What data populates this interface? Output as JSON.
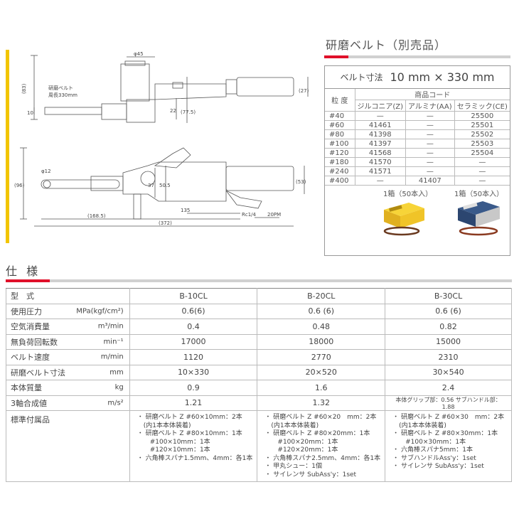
{
  "drawing": {
    "labels": {
      "d45": "φ45",
      "belt_label_1": "研磨ベルト",
      "belt_label_2": "周長330mm",
      "h83": "(83)",
      "h10": "10",
      "h22": "22",
      "h77_5": "(77.5)",
      "h27": "(27)",
      "d12": "φ12",
      "h96": "(96)",
      "h37": "37",
      "h50_5": "50.5",
      "h53": "(53)",
      "w135": "135",
      "w168_5": "(168.5)",
      "w372": "(372)",
      "rc": "Rc1/4",
      "pm": "20PM"
    }
  },
  "belt": {
    "heading": "研磨ベルト（別売品）",
    "size_label": "ベルト寸法",
    "size_value": "10 mm × 330 mm",
    "col_grit": "粒 度",
    "col_code": "商品コード",
    "col_zr": "ジルコニア(Z)",
    "col_aa": "アルミナ(AA)",
    "col_ce": "セラミック(CE)",
    "rows": [
      {
        "grit": "#40",
        "zr": "—",
        "aa": "—",
        "ce": "25500"
      },
      {
        "grit": "#60",
        "zr": "41461",
        "aa": "—",
        "ce": "25501"
      },
      {
        "grit": "#80",
        "zr": "41398",
        "aa": "—",
        "ce": "25502"
      },
      {
        "grit": "#100",
        "zr": "41397",
        "aa": "—",
        "ce": "25503"
      },
      {
        "grit": "#120",
        "zr": "41568",
        "aa": "—",
        "ce": "25504"
      },
      {
        "grit": "#180",
        "zr": "41570",
        "aa": "—",
        "ce": "—"
      },
      {
        "grit": "#240",
        "zr": "41571",
        "aa": "—",
        "ce": "—"
      },
      {
        "grit": "#400",
        "zr": "—",
        "aa": "41407",
        "ce": "—"
      }
    ],
    "box1_caption": "1箱（50本入）",
    "box2_caption": "1箱（50本入）"
  },
  "spec": {
    "heading": "仕 様",
    "rows": [
      {
        "name": "型　式",
        "unit": "",
        "v1": "B-10CL",
        "v2": "B-20CL",
        "v3": "B-30CL"
      },
      {
        "name": "使用圧力",
        "unit": "MPa(kgf/cm²)",
        "v1": "0.6(6)",
        "v2": "0.6 (6)",
        "v3": "0.6 (6)"
      },
      {
        "name": "空気消費量",
        "unit": "m³/min",
        "v1": "0.4",
        "v2": "0.48",
        "v3": "0.82"
      },
      {
        "name": "無負荷回転数",
        "unit": "min⁻¹",
        "v1": "17000",
        "v2": "18000",
        "v3": "15000"
      },
      {
        "name": "ベルト速度",
        "unit": "m/min",
        "v1": "1120",
        "v2": "2770",
        "v3": "2310"
      },
      {
        "name": "研磨ベルト寸法",
        "unit": "mm",
        "v1": "10×330",
        "v2": "20×520",
        "v3": "30×540"
      },
      {
        "name": "本体質量",
        "unit": "kg",
        "v1": "0.9",
        "v2": "1.6",
        "v3": "2.4"
      },
      {
        "name": "3軸合成値",
        "unit": "m/s²",
        "v1": "1.21",
        "v2": "1.32",
        "v3": "本体グリップ部：0.56 サブハンドル部：1.88"
      }
    ],
    "acc_name": "標準付属品",
    "acc1": [
      "・ 研磨ベルト Z #60×10mm：2本",
      "　(内1本本体装着)",
      "・ 研磨ベルト Z #80×10mm：1本",
      "　　#100×10mm：1本",
      "　　#120×10mm：1本",
      "・ 六角棒スパナ1.5mm、4mm：各1本"
    ],
    "acc2": [
      "・ 研磨ベルト Z #60×20　mm：2本",
      "　(内1本本体装着)",
      "・ 研磨ベルト Z #80×20mm：1本",
      "　　#100×20mm：1本",
      "　　#120×20mm：1本",
      "・ 六角棒スパナ2.5mm、4mm：各1本",
      "・ 甲丸シュー：1個",
      "・ サイレンサ SubAss'y：1set"
    ],
    "acc3": [
      "・ 研磨ベルト Z #60×30　mm：2本",
      "　(内1本本体装着)",
      "・ 研磨ベルト Z #80×30mm：1本",
      "　　#100×30mm：1本",
      "・ 六角棒スパナ5mm：1本",
      "・ サブハンドルAss'y：1set",
      "・ サイレンサ SubAss'y：1set"
    ]
  }
}
